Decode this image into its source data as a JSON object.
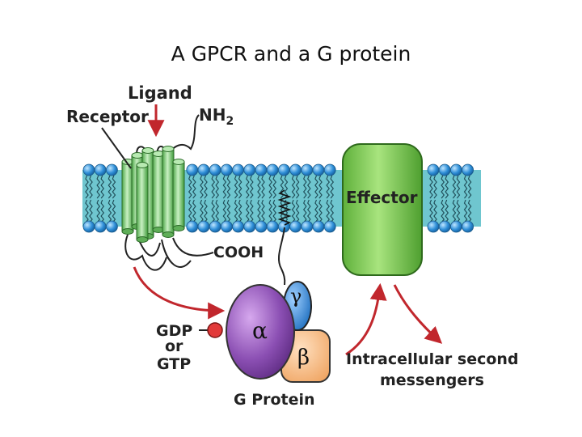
{
  "title": "A GPCR and a G protein",
  "labels": {
    "ligand": "Ligand",
    "receptor": "Receptor",
    "nh2_base": "NH",
    "nh2_sub": "2",
    "cooh": "COOH",
    "effector": "Effector",
    "alpha": "α",
    "beta": "β",
    "gamma": "γ",
    "gdp": "GDP",
    "or": "or",
    "gtp": "GTP",
    "g_protein": "G Protein",
    "second_messengers_line1": "Intracellular second",
    "second_messengers_line2": "messengers"
  },
  "colors": {
    "membrane": "#6fc6cf",
    "lipid_head": "#2f8fd8",
    "receptor": "#8ed88a",
    "effector": "#7fcf56",
    "alpha_subunit": "#8b4fb3",
    "beta_subunit": "#f7bf87",
    "gamma_subunit": "#2f7fcf",
    "gdp_dot": "#e23a3a",
    "arrow": "#c1272d"
  }
}
